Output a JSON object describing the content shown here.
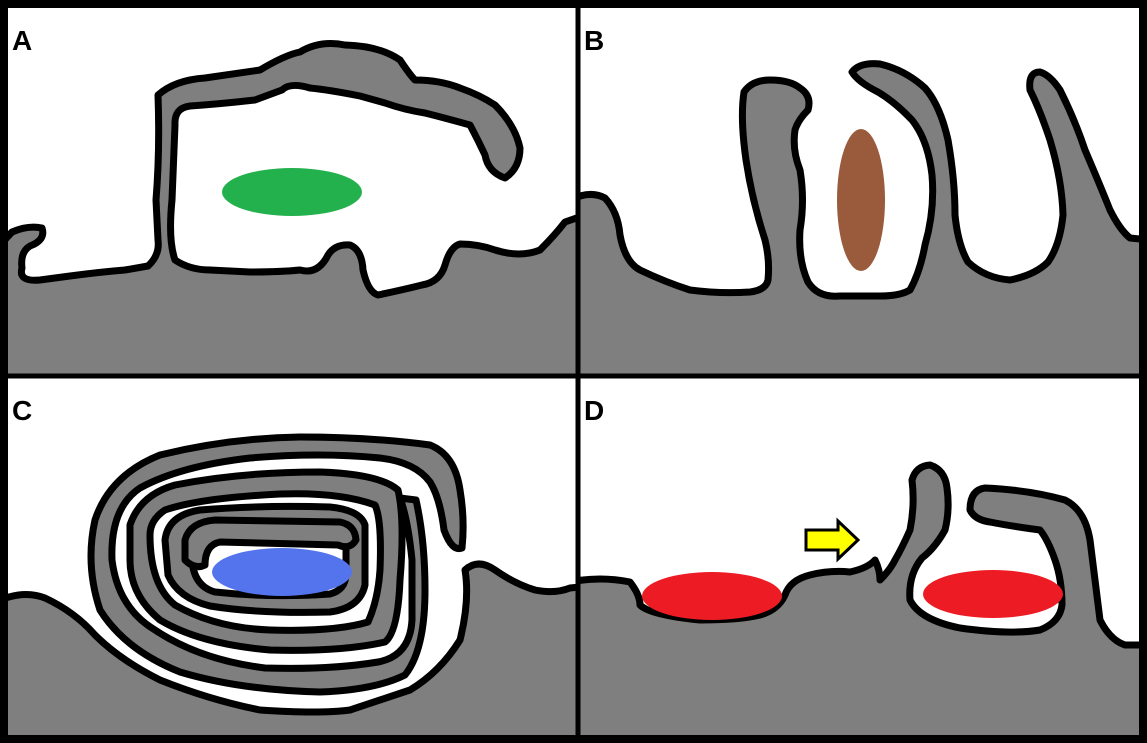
{
  "panels": [
    {
      "id": "A",
      "label": "A",
      "blob_color": "#22b14c"
    },
    {
      "id": "B",
      "label": "B",
      "blob_color": "#9a5a3c"
    },
    {
      "id": "C",
      "label": "C",
      "blob_color": "#5474ee"
    },
    {
      "id": "D",
      "label": "D",
      "blob_color": "#ed1c24",
      "arrow_color": "#ffff00"
    }
  ],
  "colors": {
    "tissue": "#7f7f7f",
    "outline": "#000000",
    "background": "#ffffff"
  }
}
